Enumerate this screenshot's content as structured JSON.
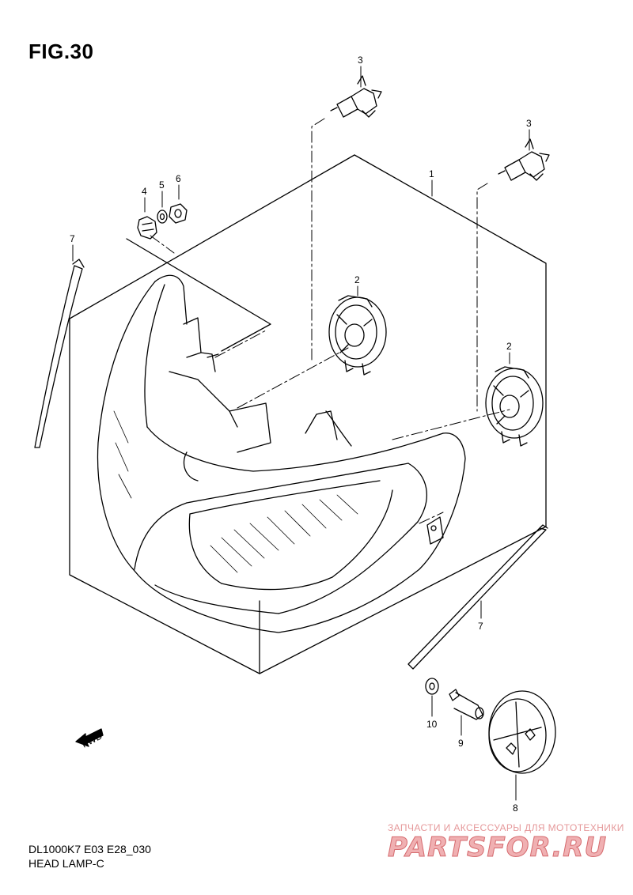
{
  "figure": {
    "title": "FIG.30"
  },
  "footer": {
    "code": "DL1000K7 E03 E28_030",
    "name": "HEAD LAMP-C"
  },
  "watermark": {
    "tagline": "ЗАПЧАСТИ И АКСЕССУАРЫ ДЛЯ МОТОТЕХНИКИ",
    "brand": "PARTSFOR.RU"
  },
  "fwd_label": "FWD",
  "callouts": {
    "c1": "1",
    "c2a": "2",
    "c2b": "2",
    "c3a": "3",
    "c3b": "3",
    "c4": "4",
    "c5": "5",
    "c6": "6",
    "c7a": "7",
    "c7b": "7",
    "c8": "8",
    "c9": "9",
    "c10": "10"
  }
}
